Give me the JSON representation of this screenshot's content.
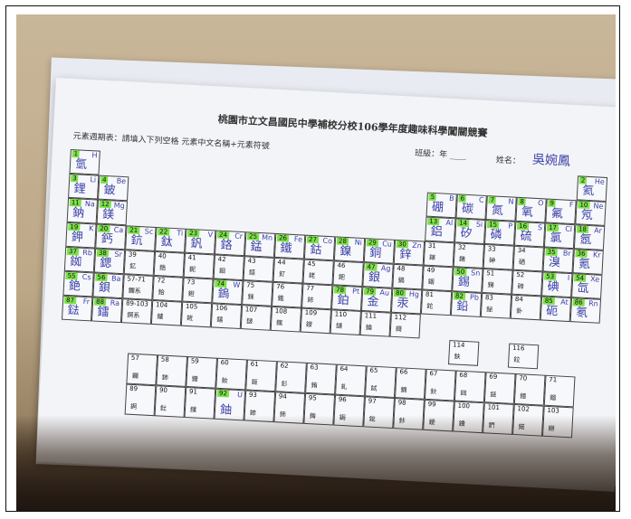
{
  "sheet": {
    "title": "桃園市立文昌國民中學補校分校106學年度趣味科學闖關競賽",
    "instruction": "元素週期表：請填入下列空格 元素中文名稱+元素符號",
    "class_label": "班級：年",
    "class_value": "",
    "name_label": "姓名：",
    "name_value": "吳婉鳳"
  },
  "main_cells": [
    {
      "n": "1",
      "c": 0,
      "r": 0,
      "sym": "H",
      "hw": "氫",
      "hl": true
    },
    {
      "n": "2",
      "c": 17,
      "r": 0,
      "sym": "He",
      "hw": "氦",
      "hl": true
    },
    {
      "n": "3",
      "c": 0,
      "r": 1,
      "sym": "Li",
      "hw": "鋰",
      "hl": true
    },
    {
      "n": "4",
      "c": 1,
      "r": 1,
      "sym": "Be",
      "hw": "鈹",
      "hl": true
    },
    {
      "n": "5",
      "c": 12,
      "r": 1,
      "sym": "B",
      "hw": "硼",
      "hl": true
    },
    {
      "n": "6",
      "c": 13,
      "r": 1,
      "sym": "C",
      "hw": "碳",
      "hl": true
    },
    {
      "n": "7",
      "c": 14,
      "r": 1,
      "sym": "N",
      "hw": "氮",
      "hl": true
    },
    {
      "n": "8",
      "c": 15,
      "r": 1,
      "sym": "O",
      "hw": "氧",
      "hl": true
    },
    {
      "n": "9",
      "c": 16,
      "r": 1,
      "sym": "F",
      "hw": "氟",
      "hl": true
    },
    {
      "n": "10",
      "c": 17,
      "r": 1,
      "sym": "Ne",
      "hw": "氖",
      "hl": true
    },
    {
      "n": "11",
      "c": 0,
      "r": 2,
      "sym": "Na",
      "hw": "鈉",
      "hl": true
    },
    {
      "n": "12",
      "c": 1,
      "r": 2,
      "sym": "Mg",
      "hw": "鎂",
      "hl": true
    },
    {
      "n": "13",
      "c": 12,
      "r": 2,
      "sym": "Al",
      "hw": "鋁",
      "hl": true
    },
    {
      "n": "14",
      "c": 13,
      "r": 2,
      "sym": "Si",
      "hw": "矽",
      "hl": true
    },
    {
      "n": "15",
      "c": 14,
      "r": 2,
      "sym": "P",
      "hw": "磷",
      "hl": true
    },
    {
      "n": "16",
      "c": 15,
      "r": 2,
      "sym": "S",
      "hw": "硫",
      "hl": true
    },
    {
      "n": "17",
      "c": 16,
      "r": 2,
      "sym": "Cl",
      "hw": "氯",
      "hl": true
    },
    {
      "n": "18",
      "c": 17,
      "r": 2,
      "sym": "Ar",
      "hw": "氬",
      "hl": true
    },
    {
      "n": "19",
      "c": 0,
      "r": 3,
      "sym": "K",
      "hw": "鉀",
      "hl": true
    },
    {
      "n": "20",
      "c": 1,
      "r": 3,
      "sym": "Ca",
      "hw": "鈣",
      "hl": true
    },
    {
      "n": "21",
      "c": 2,
      "r": 3,
      "sym": "Sc",
      "hw": "鈧",
      "hl": true
    },
    {
      "n": "22",
      "c": 3,
      "r": 3,
      "sym": "Ti",
      "hw": "鈦",
      "hl": true
    },
    {
      "n": "23",
      "c": 4,
      "r": 3,
      "sym": "V",
      "hw": "釩",
      "hl": true
    },
    {
      "n": "24",
      "c": 5,
      "r": 3,
      "sym": "Cr",
      "hw": "鉻",
      "hl": true
    },
    {
      "n": "25",
      "c": 6,
      "r": 3,
      "sym": "Mn",
      "hw": "錳",
      "hl": true
    },
    {
      "n": "26",
      "c": 7,
      "r": 3,
      "sym": "Fe",
      "hw": "鐵",
      "hl": true
    },
    {
      "n": "27",
      "c": 8,
      "r": 3,
      "sym": "Co",
      "hw": "鈷",
      "hl": true
    },
    {
      "n": "28",
      "c": 9,
      "r": 3,
      "sym": "Ni",
      "hw": "鎳",
      "hl": true
    },
    {
      "n": "29",
      "c": 10,
      "r": 3,
      "sym": "Cu",
      "hw": "銅",
      "hl": true
    },
    {
      "n": "30",
      "c": 11,
      "r": 3,
      "sym": "Zn",
      "hw": "鋅",
      "hl": true
    },
    {
      "n": "31",
      "c": 12,
      "r": 3,
      "pr": "鎵",
      "hl": false
    },
    {
      "n": "32",
      "c": 13,
      "r": 3,
      "pr": "鍺",
      "hl": false
    },
    {
      "n": "33",
      "c": 14,
      "r": 3,
      "pr": "砷",
      "hl": false
    },
    {
      "n": "34",
      "c": 15,
      "r": 3,
      "pr": "硒",
      "hl": false
    },
    {
      "n": "35",
      "c": 16,
      "r": 3,
      "sym": "Br",
      "hw": "溴",
      "hl": true
    },
    {
      "n": "36",
      "c": 17,
      "r": 3,
      "sym": "Kr",
      "hw": "氪",
      "hl": true
    },
    {
      "n": "37",
      "c": 0,
      "r": 4,
      "sym": "Rb",
      "hw": "銣",
      "hl": true
    },
    {
      "n": "38",
      "c": 1,
      "r": 4,
      "sym": "Sr",
      "hw": "鍶",
      "hl": true
    },
    {
      "n": "39",
      "c": 2,
      "r": 4,
      "pr": "釔",
      "hl": false
    },
    {
      "n": "40",
      "c": 3,
      "r": 4,
      "pr": "鋯",
      "hl": false
    },
    {
      "n": "41",
      "c": 4,
      "r": 4,
      "pr": "鈮",
      "hl": false
    },
    {
      "n": "42",
      "c": 5,
      "r": 4,
      "pr": "鉬",
      "hl": false
    },
    {
      "n": "43",
      "c": 6,
      "r": 4,
      "pr": "鎝",
      "hl": false
    },
    {
      "n": "44",
      "c": 7,
      "r": 4,
      "pr": "釕",
      "hl": false
    },
    {
      "n": "45",
      "c": 8,
      "r": 4,
      "pr": "銠",
      "hl": false
    },
    {
      "n": "46",
      "c": 9,
      "r": 4,
      "pr": "鈀",
      "hl": false
    },
    {
      "n": "47",
      "c": 10,
      "r": 4,
      "sym": "Ag",
      "hw": "銀",
      "hl": true
    },
    {
      "n": "48",
      "c": 11,
      "r": 4,
      "pr": "鎘",
      "hl": false
    },
    {
      "n": "49",
      "c": 12,
      "r": 4,
      "pr": "銦",
      "hl": false
    },
    {
      "n": "50",
      "c": 13,
      "r": 4,
      "sym": "Sn",
      "hw": "錫",
      "hl": true
    },
    {
      "n": "51",
      "c": 14,
      "r": 4,
      "pr": "銻",
      "hl": false
    },
    {
      "n": "52",
      "c": 15,
      "r": 4,
      "pr": "碲",
      "hl": false
    },
    {
      "n": "53",
      "c": 16,
      "r": 4,
      "sym": "I",
      "hw": "碘",
      "hl": true
    },
    {
      "n": "54",
      "c": 17,
      "r": 4,
      "sym": "Xe",
      "hw": "氙",
      "hl": true
    },
    {
      "n": "55",
      "c": 0,
      "r": 5,
      "sym": "Cs",
      "hw": "銫",
      "hl": true
    },
    {
      "n": "56",
      "c": 1,
      "r": 5,
      "sym": "Ba",
      "hw": "鋇",
      "hl": true
    },
    {
      "n": "57-71",
      "c": 2,
      "r": 5,
      "pr": "鑭系",
      "hl": false
    },
    {
      "n": "72",
      "c": 3,
      "r": 5,
      "pr": "鉿",
      "hl": false
    },
    {
      "n": "73",
      "c": 4,
      "r": 5,
      "pr": "鉭",
      "hl": false
    },
    {
      "n": "74",
      "c": 5,
      "r": 5,
      "sym": "W",
      "hw": "鎢",
      "hl": true
    },
    {
      "n": "75",
      "c": 6,
      "r": 5,
      "pr": "錸",
      "hl": false
    },
    {
      "n": "76",
      "c": 7,
      "r": 5,
      "pr": "鋨",
      "hl": false
    },
    {
      "n": "77",
      "c": 8,
      "r": 5,
      "pr": "銥",
      "hl": false
    },
    {
      "n": "78",
      "c": 9,
      "r": 5,
      "sym": "Pt",
      "hw": "鉑",
      "hl": true
    },
    {
      "n": "79",
      "c": 10,
      "r": 5,
      "sym": "Au",
      "hw": "金",
      "hl": true
    },
    {
      "n": "80",
      "c": 11,
      "r": 5,
      "sym": "Hg",
      "hw": "汞",
      "hl": true
    },
    {
      "n": "81",
      "c": 12,
      "r": 5,
      "pr": "鉈",
      "hl": false
    },
    {
      "n": "82",
      "c": 13,
      "r": 5,
      "sym": "Pb",
      "hw": "鉛",
      "hl": true
    },
    {
      "n": "83",
      "c": 14,
      "r": 5,
      "pr": "鉍",
      "hl": false
    },
    {
      "n": "84",
      "c": 15,
      "r": 5,
      "pr": "釙",
      "hl": false
    },
    {
      "n": "85",
      "c": 16,
      "r": 5,
      "sym": "At",
      "hw": "砈",
      "hl": true
    },
    {
      "n": "86",
      "c": 17,
      "r": 5,
      "sym": "Rn",
      "hw": "氡",
      "hl": true
    },
    {
      "n": "87",
      "c": 0,
      "r": 6,
      "sym": "Fr",
      "hw": "鍅",
      "hl": true
    },
    {
      "n": "88",
      "c": 1,
      "r": 6,
      "sym": "Ra",
      "hw": "鐳",
      "hl": true
    },
    {
      "n": "89-103",
      "c": 2,
      "r": 6,
      "pr": "錒系",
      "hl": false
    },
    {
      "n": "104",
      "c": 3,
      "r": 6,
      "pr": "鑪",
      "hl": false
    },
    {
      "n": "105",
      "c": 4,
      "r": 6,
      "pr": "𨧀",
      "hl": false
    },
    {
      "n": "106",
      "c": 5,
      "r": 6,
      "pr": "𨭎",
      "hl": false
    },
    {
      "n": "107",
      "c": 6,
      "r": 6,
      "pr": "𨨏",
      "hl": false
    },
    {
      "n": "108",
      "c": 7,
      "r": 6,
      "pr": "𨭆",
      "hl": false
    },
    {
      "n": "109",
      "c": 8,
      "r": 6,
      "pr": "䥑",
      "hl": false
    },
    {
      "n": "110",
      "c": 9,
      "r": 6,
      "pr": "鐽",
      "hl": false
    },
    {
      "n": "111",
      "c": 10,
      "r": 6,
      "pr": "錀",
      "hl": false
    },
    {
      "n": "112",
      "c": 11,
      "r": 6,
      "pr": "鎶",
      "hl": false
    },
    {
      "n": "114",
      "c": 13,
      "r": 7,
      "pr": "鈇",
      "hl": false
    },
    {
      "n": "116",
      "c": 15,
      "r": 7,
      "pr": "鉝",
      "hl": false
    }
  ],
  "f_cells": [
    {
      "n": "57",
      "c": 0,
      "r": 0,
      "pr": "鑭"
    },
    {
      "n": "58",
      "c": 1,
      "r": 0,
      "pr": "鈰"
    },
    {
      "n": "59",
      "c": 2,
      "r": 0,
      "pr": "鐠"
    },
    {
      "n": "60",
      "c": 3,
      "r": 0,
      "pr": "釹"
    },
    {
      "n": "61",
      "c": 4,
      "r": 0,
      "pr": "鉕"
    },
    {
      "n": "62",
      "c": 5,
      "r": 0,
      "pr": "釤"
    },
    {
      "n": "63",
      "c": 6,
      "r": 0,
      "pr": "銪"
    },
    {
      "n": "64",
      "c": 7,
      "r": 0,
      "pr": "釓"
    },
    {
      "n": "65",
      "c": 8,
      "r": 0,
      "pr": "鋱"
    },
    {
      "n": "66",
      "c": 9,
      "r": 0,
      "pr": "鏑"
    },
    {
      "n": "67",
      "c": 10,
      "r": 0,
      "pr": "鈥"
    },
    {
      "n": "68",
      "c": 11,
      "r": 0,
      "pr": "鉺"
    },
    {
      "n": "69",
      "c": 12,
      "r": 0,
      "pr": "銩"
    },
    {
      "n": "70",
      "c": 13,
      "r": 0,
      "pr": "鐿"
    },
    {
      "n": "71",
      "c": 14,
      "r": 0,
      "pr": "鎦"
    },
    {
      "n": "89",
      "c": 0,
      "r": 1,
      "pr": "錒"
    },
    {
      "n": "90",
      "c": 1,
      "r": 1,
      "pr": "釷"
    },
    {
      "n": "91",
      "c": 2,
      "r": 1,
      "pr": "鏷"
    },
    {
      "n": "92",
      "c": 3,
      "r": 1,
      "sym": "U",
      "hw": "鈾",
      "hl": true
    },
    {
      "n": "93",
      "c": 4,
      "r": 1,
      "pr": "錼"
    },
    {
      "n": "94",
      "c": 5,
      "r": 1,
      "pr": "鈽"
    },
    {
      "n": "95",
      "c": 6,
      "r": 1,
      "pr": "鋂"
    },
    {
      "n": "96",
      "c": 7,
      "r": 1,
      "pr": "鋦"
    },
    {
      "n": "97",
      "c": 8,
      "r": 1,
      "pr": "鉳"
    },
    {
      "n": "98",
      "c": 9,
      "r": 1,
      "pr": "鉲"
    },
    {
      "n": "99",
      "c": 10,
      "r": 1,
      "pr": "鑀"
    },
    {
      "n": "100",
      "c": 11,
      "r": 1,
      "pr": "鐨"
    },
    {
      "n": "101",
      "c": 12,
      "r": 1,
      "pr": "鍆"
    },
    {
      "n": "102",
      "c": 13,
      "r": 1,
      "pr": "鍩"
    },
    {
      "n": "103",
      "c": 14,
      "r": 1,
      "pr": "鐒"
    }
  ]
}
